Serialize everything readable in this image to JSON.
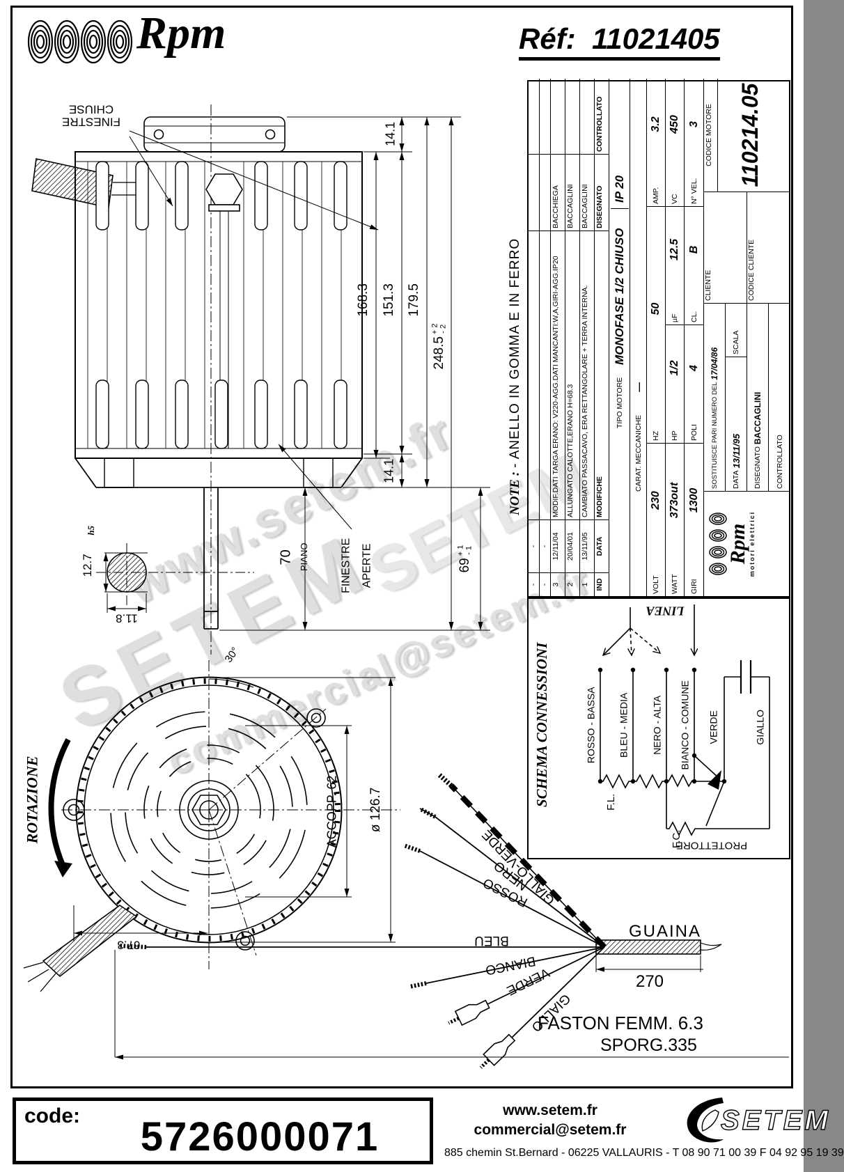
{
  "header": {
    "brand": "Rpm",
    "ref_label": "Réf:",
    "ref_value": "11021405"
  },
  "watermarks": {
    "w1": "www.setem.fr",
    "w2": "SETEM",
    "w3": "commercial@setem.fr",
    "w4": "SETEM"
  },
  "note": {
    "label": "NOTE :",
    "text": "- ANELLO IN GOMMA E IN FERRO"
  },
  "side_view": {
    "finestre_chiuse_l1": "FINESTRE",
    "finestre_chiuse_l2": "CHIUSE",
    "finestre_aperte_l1": "FINESTRE",
    "finestre_aperte_l2": "APERTE",
    "dim_14_1_top": "14.1",
    "dim_168_3": "168.3",
    "dim_151_3": "151.3",
    "dim_179_5": "179.5",
    "dim_248_5": "248.5",
    "dim_248_5_tol_plus": "+ 2",
    "dim_248_5_tol_minus": "- 2",
    "dim_14_1_bottom": "14.1",
    "dim_70": "70",
    "piano": "PIANO",
    "dim_69": "69",
    "dim_69_tol_plus": "+ 1",
    "dim_69_tol_minus": "- 1",
    "shaft_dim_12_7": "12.7",
    "shaft_fit": "h5",
    "shaft_dim_11_8": "11.8"
  },
  "front_view": {
    "rotazione": "ROTAZIONE",
    "angle": "30°",
    "accopp": "ACCOPP. 62",
    "diameter": "ø 126.7",
    "dim_67_3": "67.3"
  },
  "harness": {
    "wires": [
      "GIALLO-VERDE",
      "NERO",
      "ROSSO",
      "BLEU",
      "BIANCO",
      "VERDE",
      "GIALLO"
    ],
    "guaina": "GUAINA",
    "dim_270": "270",
    "faston": "FASTON FEMM. 6.3",
    "sporg": "SPORG.335"
  },
  "schema": {
    "title": "SCHEMA CONNESSIONI",
    "linea": "LINEA",
    "rail1": "ROSSO - BASSA",
    "rail2": "BLEU - MEDIA",
    "rail3": "NERO - ALTA",
    "rail4": "BIANCO - COMUNE",
    "fl": "F.L.",
    "fc": "F.C.",
    "verde": "VERDE",
    "giallo": "GIALLO",
    "protettore": "PROTETTORE"
  },
  "title_block": {
    "revisions": [
      {
        "ind": "-",
        "date": "-",
        "desc": "",
        "name": ""
      },
      {
        "ind": "-",
        "date": "-",
        "desc": "",
        "name": ""
      },
      {
        "ind": "3",
        "date": "12/11/04",
        "desc": "MODIF.DATI TARGA ERANO: V220-AGG.DATI MANCANTI:W,A,GIRI-AGG.IP20",
        "name": "BACCHIEGA"
      },
      {
        "ind": "2",
        "date": "20/04/01",
        "desc": "ALLUNGATO CALOTTE,ERANO H=68.3",
        "name": "BACCAGLINI"
      },
      {
        "ind": "1",
        "date": "13/11/95",
        "desc": "CAMBIATO PASSACAVO, ERA RETTANGOLARE + TERRA INTERNA.",
        "name": "BACCAGLINI"
      }
    ],
    "rev_headers": {
      "ind": "IND",
      "date": "DATA",
      "modifiche": "MODIFICHE",
      "disegnato": "DISEGNATO",
      "controllato": "CONTROLLATO"
    },
    "tipo_label": "TIPO MOTORE",
    "tipo_value": "MONOFASE 1/2 CHIUSO",
    "ip": "IP 20",
    "carat_label": "CARAT. MECCANICHE",
    "carat_value": "—",
    "specs": {
      "volt_label": "VOLT",
      "volt": "230",
      "hz_label": "HZ",
      "hz": "50",
      "amp_label": "AMP.",
      "amp": "3.2",
      "watt_label": "WATT",
      "watt": "373out",
      "hp_label": "HP",
      "hp": "1/2",
      "uf_label": "µF",
      "uf": "12.5",
      "vc_label": "VC",
      "vc": "450",
      "giri_label": "GIRI",
      "giri": "1300",
      "poli_label": "POLI",
      "poli": "4",
      "cl_label": "CL.",
      "cl": "B",
      "nvel_label": "N° VEL.",
      "nvel": "3"
    },
    "codice_motore_label": "CODICE MOTORE",
    "codice_motore": "110214.05",
    "cliente_label": "CLIENTE",
    "codice_cliente_label": "CODICE CLIENTE",
    "logo_text": "Rpm",
    "logo_sub": "motori elettrici",
    "sostituisce_label": "SOSTITUISCE PARI NUMERO DEL",
    "sostituisce_date": "17/04/86",
    "data_label": "DATA",
    "data_value": "13/11/95",
    "scala_label": "SCALA",
    "disegnato_label": "DISEGNATO",
    "disegnato_value": "BACCAGLINI",
    "controllato_label": "CONTROLLATO"
  },
  "footer": {
    "code_label": "code:",
    "code_value": "5726000071",
    "website": "www.setem.fr",
    "email": "commercial@setem.fr",
    "address": "885 chemin St.Bernard  -  06225 VALLAURIS  -  T 08 90 71 00 39   F 04 92 95 19 39",
    "brand": "SETEM"
  }
}
